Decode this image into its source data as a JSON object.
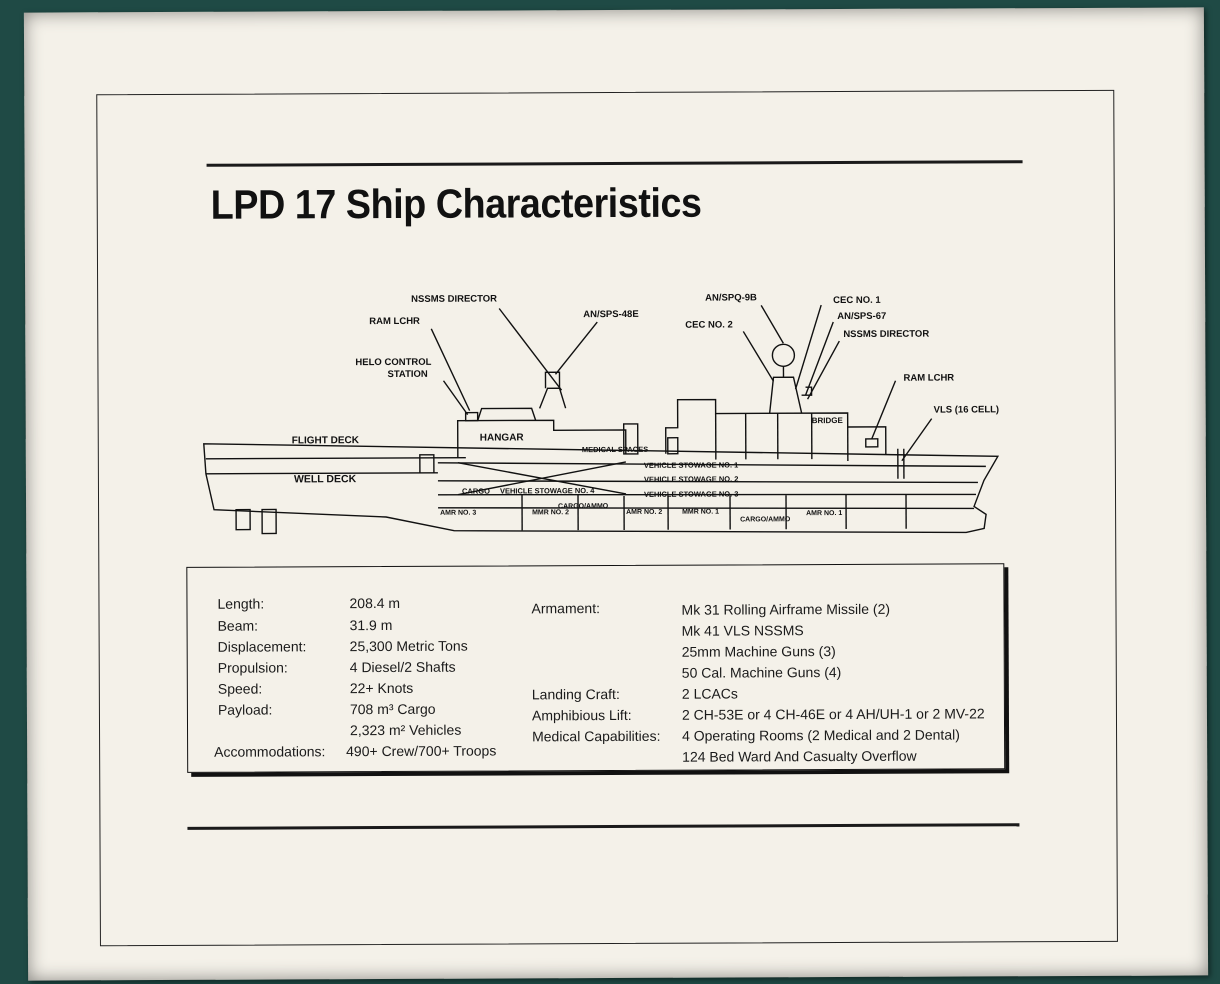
{
  "document": {
    "title": "LPD 17 Ship Characteristics"
  },
  "diagram": {
    "callouts": {
      "nssms_director_aft": "NSSMS DIRECTOR",
      "an_sps_48e": "AN/SPS-48E",
      "ram_lchr_aft": "RAM LCHR",
      "helo_control_1": "HELO CONTROL",
      "helo_control_2": "STATION",
      "an_spq_9b": "AN/SPQ-9B",
      "cec_no_1": "CEC NO. 1",
      "cec_no_2": "CEC NO. 2",
      "an_sps_67": "AN/SPS-67",
      "nssms_director_fwd": "NSSMS DIRECTOR",
      "ram_lchr_fwd": "RAM LCHR",
      "vls": "VLS (16 CELL)",
      "bridge": "BRIDGE"
    },
    "compartments": {
      "flight_deck": "FLIGHT DECK",
      "well_deck": "WELL DECK",
      "hangar": "HANGAR",
      "medical_spaces": "MEDICAL SPACES",
      "vehicle_1": "VEHICLE STOWAGE NO. 1",
      "vehicle_2": "VEHICLE STOWAGE NO. 2",
      "vehicle_3": "VEHICLE STOWAGE NO. 3",
      "vehicle_4": "VEHICLE STOWAGE NO. 4",
      "cargo": "CARGO",
      "cargo_ammo_1": "CARGO/AMMO",
      "cargo_ammo_2": "CARGO/AMMO",
      "amr_3": "AMR NO. 3",
      "mmr_2": "MMR NO. 2",
      "amr_2": "AMR NO. 2",
      "mmr_1": "MMR NO. 1",
      "amr_1": "AMR NO. 1"
    }
  },
  "specs": {
    "left": [
      {
        "label": "Length:",
        "value": "208.4 m"
      },
      {
        "label": "Beam:",
        "value": "31.9 m"
      },
      {
        "label": "Displacement:",
        "value": "25,300 Metric Tons"
      },
      {
        "label": "Propulsion:",
        "value": "4 Diesel/2 Shafts"
      },
      {
        "label": "Speed:",
        "value": "22+ Knots"
      },
      {
        "label": "Payload:",
        "value": "708 m³ Cargo"
      },
      {
        "label": "",
        "value": "2,323 m² Vehicles"
      },
      {
        "label": "Accommodations:",
        "value": "490+ Crew/700+ Troops"
      }
    ],
    "right": [
      {
        "label": "Armament:",
        "value": "Mk 31 Rolling Airframe Missile (2)"
      },
      {
        "label": "",
        "value": "Mk 41 VLS NSSMS"
      },
      {
        "label": "",
        "value": "25mm Machine Guns (3)"
      },
      {
        "label": "",
        "value": "50 Cal. Machine Guns (4)"
      },
      {
        "label": "Landing Craft:",
        "value": "2 LCACs"
      },
      {
        "label": "Amphibious Lift:",
        "value": "2 CH-53E or 4 CH-46E or 4 AH/UH-1 or 2 MV-22"
      },
      {
        "label": "Medical Capabilities:",
        "value": "4 Operating Rooms (2 Medical  and 2 Dental)"
      },
      {
        "label": "",
        "value": "124 Bed Ward And Casualty Overflow"
      }
    ]
  }
}
